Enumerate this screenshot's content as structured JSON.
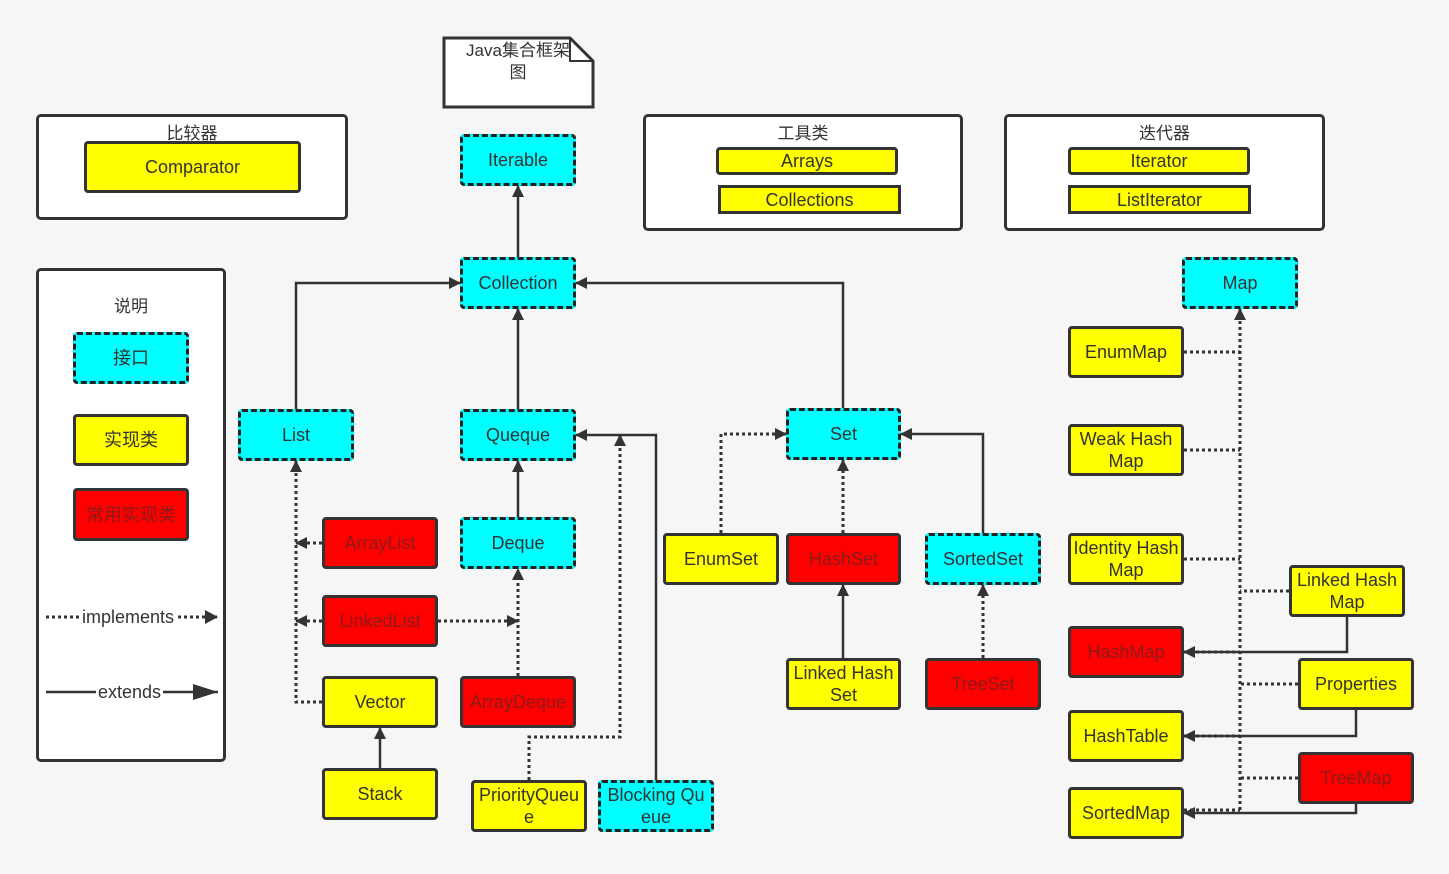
{
  "note": {
    "line1": "Java集合框架",
    "line2": "图"
  },
  "groups": {
    "comparator": {
      "title": "比较器",
      "items": [
        "Comparator"
      ]
    },
    "tools": {
      "title": "工具类",
      "items": [
        "Arrays",
        "Collections"
      ]
    },
    "iterators": {
      "title": "迭代器",
      "items": [
        "Iterator",
        "ListIterator"
      ]
    }
  },
  "legend": {
    "title": "说明",
    "interface": "接口",
    "implementation": "实现类",
    "common": "常用实现类",
    "implements": "implements",
    "extends": "extends"
  },
  "nodes": {
    "iterable": "Iterable",
    "collection": "Collection",
    "list": "List",
    "queque": "Queque",
    "set": "Set",
    "deque": "Deque",
    "arraylist": "ArrayList",
    "linkedlist": "LinkedList",
    "vector": "Vector",
    "stack": "Stack",
    "arraydeque": "ArrayDeque",
    "priorityqueue": "PriorityQueue",
    "blockingqueue": "Blocking Queue",
    "enumset": "EnumSet",
    "hashset": "HashSet",
    "sortedset": "SortedSet",
    "linkedhashset": "Linked HashSet",
    "treeset": "TreeSet",
    "map": "Map",
    "enummap": "EnumMap",
    "weakhashmap": "Weak HashMap",
    "identityhashmap": "Identity HashMap",
    "linkedhashmap": "Linked HashMap",
    "hashmap": "HashMap",
    "properties": "Properties",
    "hashtable": "HashTable",
    "treemap": "TreeMap",
    "sortedmap": "SortedMap"
  },
  "colors": {
    "interface": "#00ffff",
    "implementation": "#ffff00",
    "common": "#ff0000",
    "line": "#333333"
  }
}
